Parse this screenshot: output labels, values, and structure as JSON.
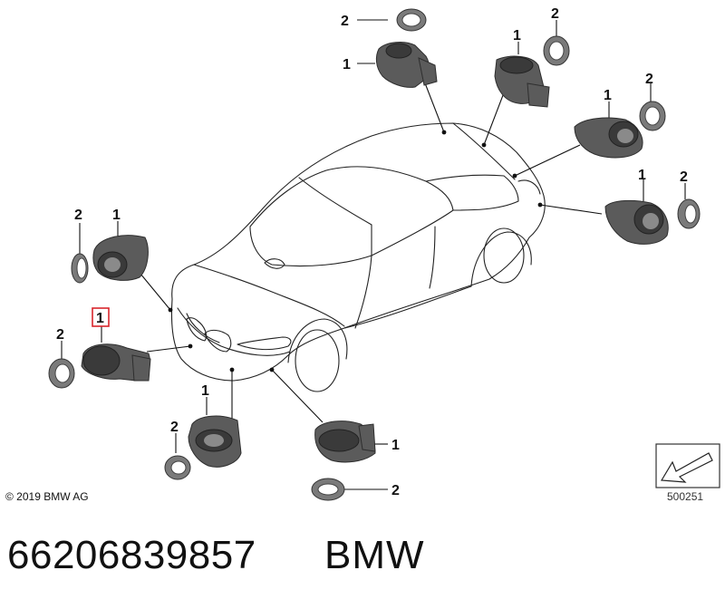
{
  "diagram": {
    "callouts": {
      "sensor": "1",
      "ring": "2"
    },
    "copyright": "© 2019 BMW AG",
    "reference_code": "500251",
    "highlighted_callout": "1",
    "highlight_color": "#d9262c"
  },
  "caption": {
    "part_number": "66206839857",
    "brand": "BMW"
  }
}
